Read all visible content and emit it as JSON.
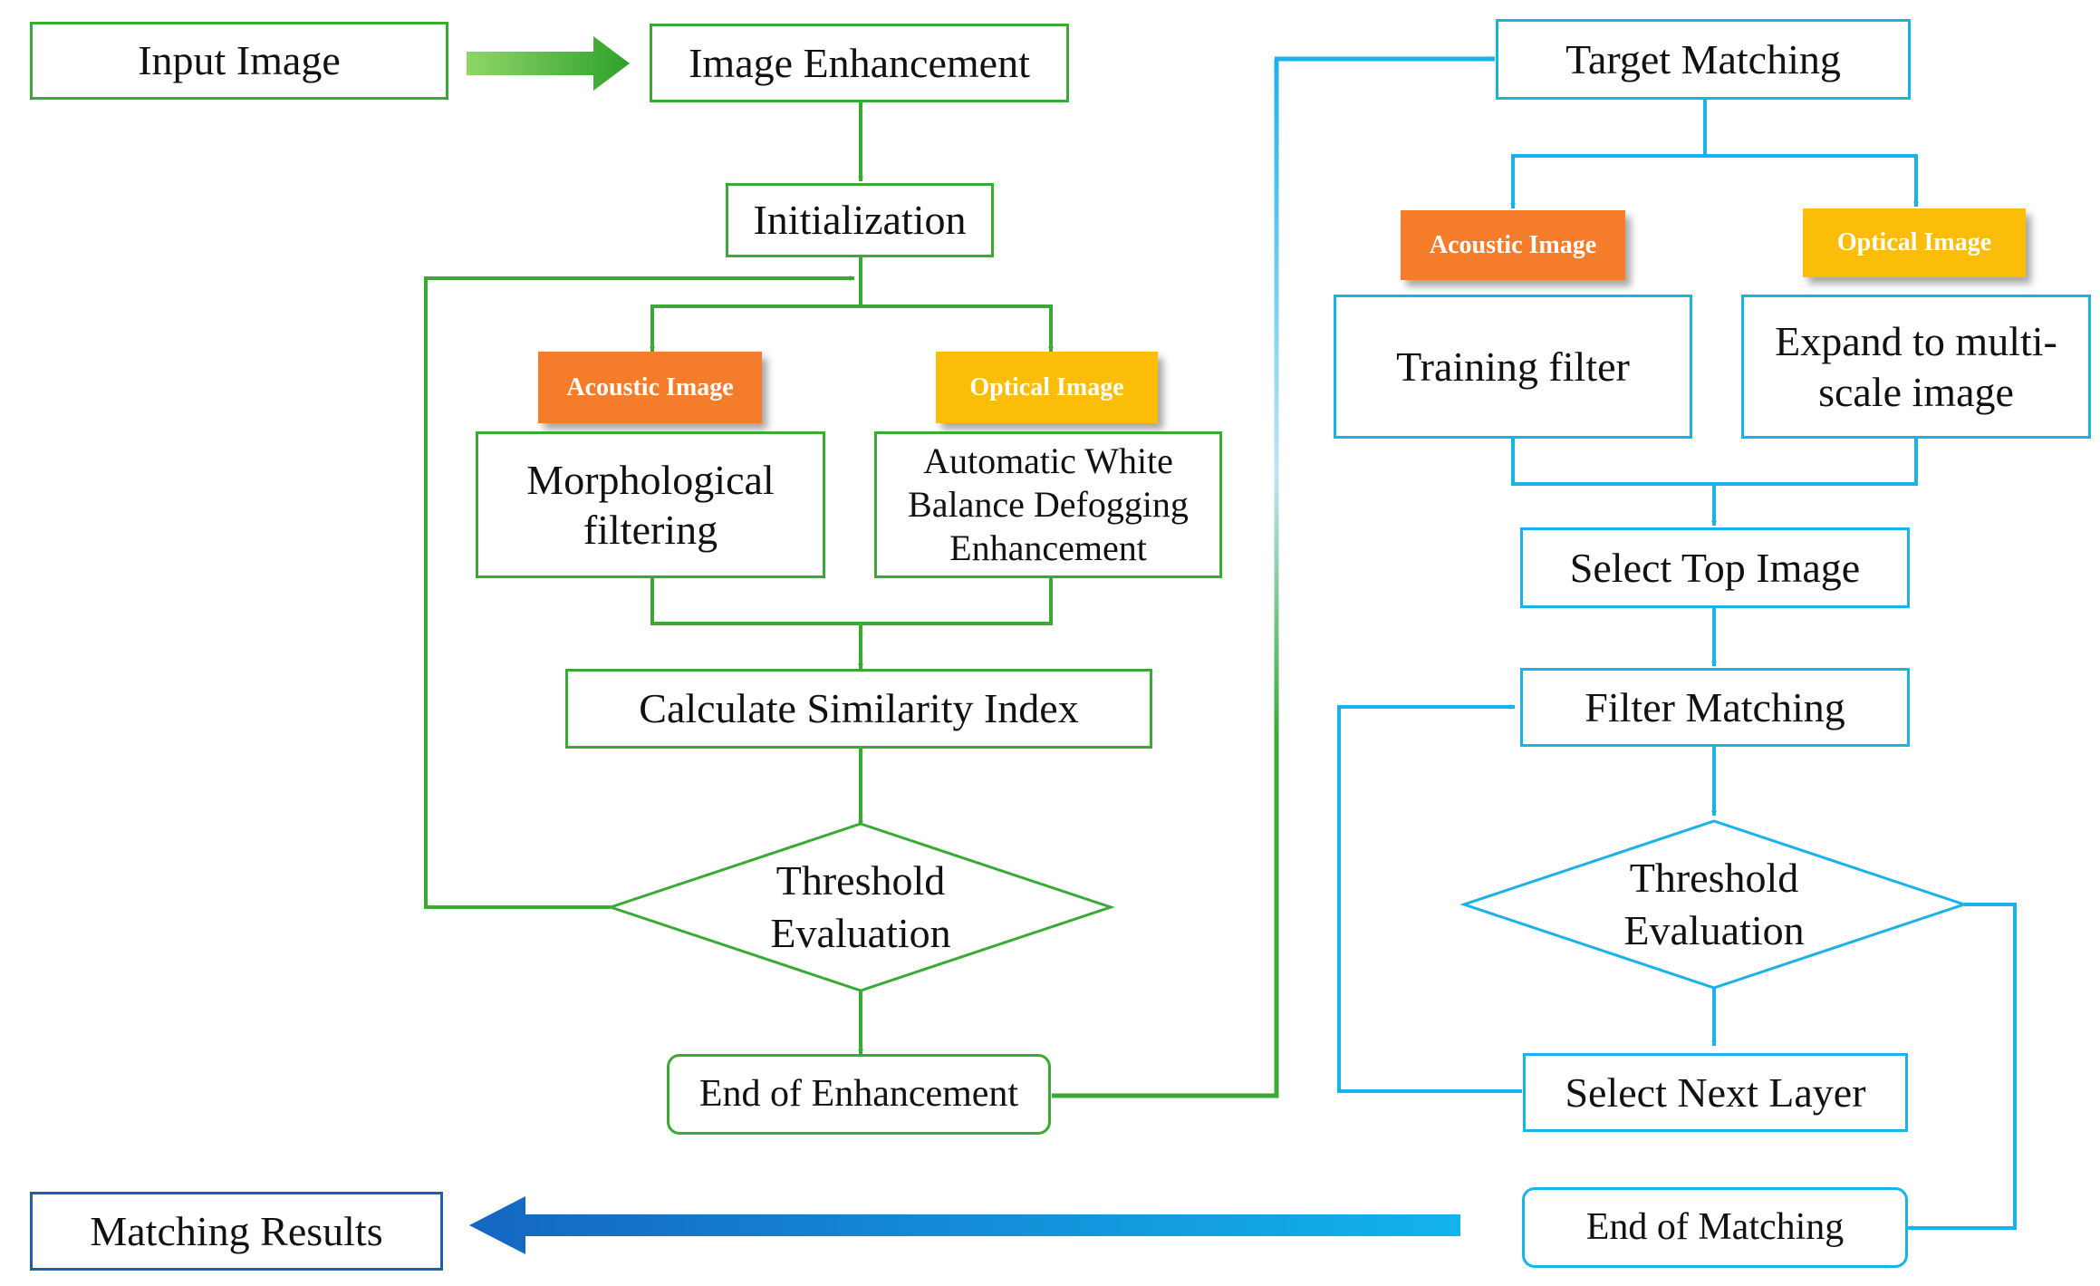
{
  "colors": {
    "green": "#3aaa35",
    "blue": "#1ab2ea",
    "dark_blue": "#1f5fb0",
    "acoustic_tag": "#f47c2b",
    "optical_tag": "#fbbd08"
  },
  "input_image": "Input Image",
  "image_enhancement": "Image Enhancement",
  "initialization": "Initialization",
  "enh_acoustic_tag": "Acoustic Image",
  "enh_optical_tag": "Optical Image",
  "morphological_filtering": "Morphological filtering",
  "auto_white_balance": "Automatic White Balance Defogging Enhancement",
  "calc_similarity": "Calculate Similarity Index",
  "enh_threshold": "Threshold Evaluation",
  "end_enhancement": "End of Enhancement",
  "target_matching": "Target Matching",
  "match_acoustic_tag": "Acoustic Image",
  "match_optical_tag": "Optical Image",
  "training_filter": "Training filter",
  "expand_multiscale": "Expand to multi-scale image",
  "select_top_image": "Select Top Image",
  "filter_matching": "Filter Matching",
  "match_threshold": "Threshold Evaluation",
  "select_next_layer": "Select Next Layer",
  "end_matching": "End of Matching",
  "matching_results": "Matching Results"
}
